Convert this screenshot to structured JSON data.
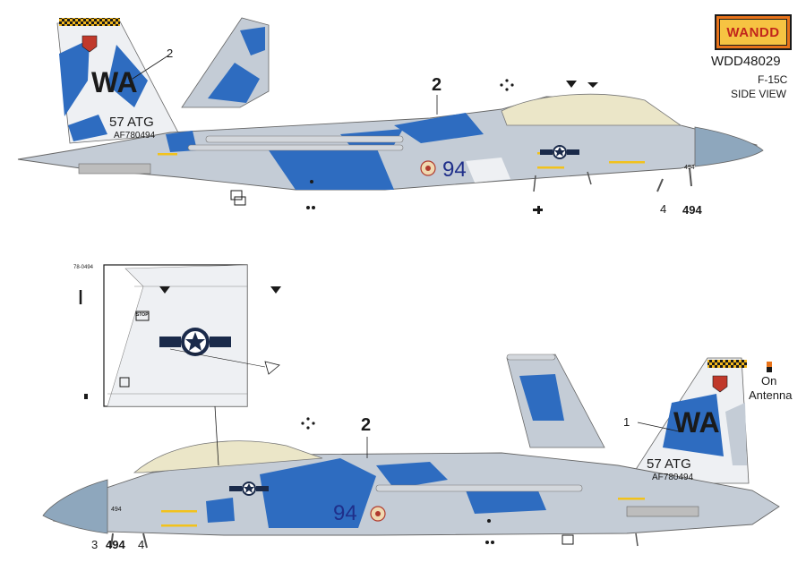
{
  "brand": {
    "logo_text": "WANDD",
    "product_code": "WDD48029"
  },
  "aircraft": {
    "model": "F-15C",
    "view": "SIDE VIEW"
  },
  "markings": {
    "tail_code": "WA",
    "unit": "57 ATG",
    "serial": "AF780494",
    "modex": "94",
    "nose_number": "494",
    "stencil_serial": "78-0494",
    "label_stop": "STOP"
  },
  "callouts": {
    "one": "1",
    "two": "2",
    "three": "3",
    "four": "4"
  },
  "notes": {
    "on_antenna_1": "On",
    "on_antenna_2": "Antenna"
  },
  "colors": {
    "camo_blue": "#2e6cc0",
    "camo_light": "#c4ccd6",
    "camo_white": "#eef0f3",
    "radome": "#8ea7bd",
    "logo_orange": "#e8731a"
  }
}
